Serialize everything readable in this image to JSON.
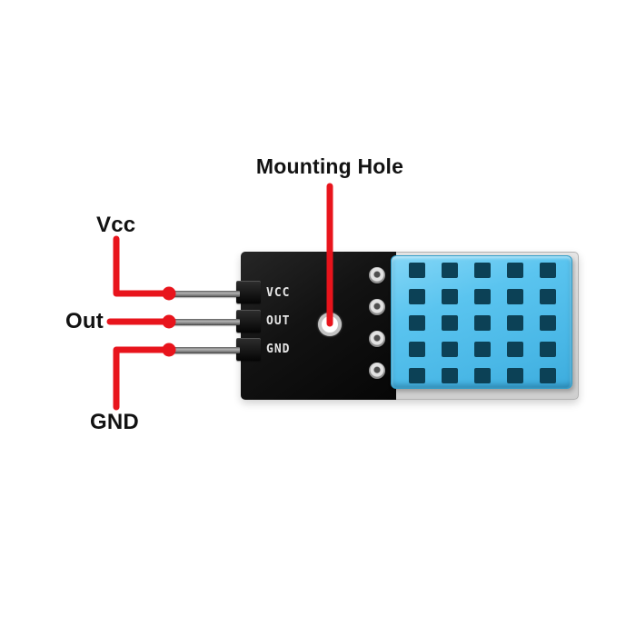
{
  "callouts": {
    "mounting_hole": "Mounting Hole",
    "vcc": "Vcc",
    "out": "Out",
    "gnd": "GND"
  },
  "silkscreen": {
    "vcc": "VCC",
    "out": "OUT",
    "gnd": "GND"
  },
  "colors": {
    "annotation_red": "#e8141c",
    "sensor_blue": "#5ac4ef",
    "sensor_hole_dark": "#0c4156",
    "pcb_black": "#121212",
    "pcb_edge_gray": "#d9d9d9",
    "background": "#ffffff"
  }
}
